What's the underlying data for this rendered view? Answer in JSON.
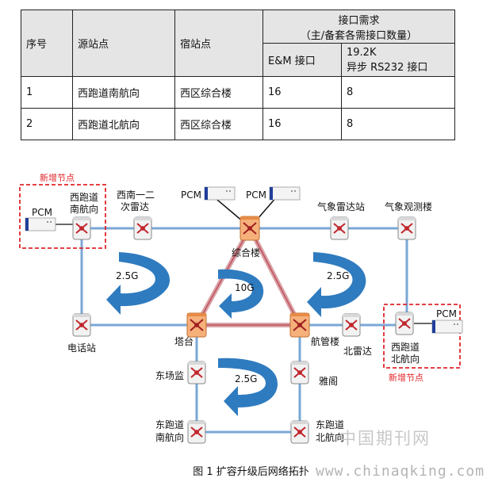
{
  "table": {
    "h_seq": "序号",
    "h_src": "源站点",
    "h_dst": "宿站点",
    "h_iface": "接口需求",
    "h_iface_sub": "（主/备套各需接口数量）",
    "h_em": "E&M 接口",
    "h_async_1": "19.2K",
    "h_async_2": "异步 RS232 接口",
    "rows": [
      {
        "seq": "1",
        "src": "西跑道南航向",
        "dst": "西区综合楼",
        "em": "16",
        "async": "8"
      },
      {
        "seq": "2",
        "src": "西跑道北航向",
        "dst": "西区综合楼",
        "em": "16",
        "async": "8"
      }
    ]
  },
  "diagram": {
    "new_node_left": "新增节点",
    "new_node_right": "新增节点",
    "pcm": "PCM",
    "nodes": {
      "xpd_s_1": "西跑道",
      "xpd_s_2": "南航向",
      "xn_1": "西南一二",
      "xn_2": "次雷达",
      "zonghe": "综合楼",
      "qxld": "气象雷达站",
      "qxgc": "气象观测楼",
      "dhz": "电话站",
      "tatai": "塔台",
      "hgl": "航管楼",
      "bld": "北雷达",
      "xpd_n_1": "西跑道",
      "xpd_n_2": "北航向",
      "dcj": "东场监",
      "yage": "雅阁",
      "dpd_s_1": "东跑道",
      "dpd_s_2": "南航向",
      "dpd_n_1": "东跑道",
      "dpd_n_2": "北航向"
    },
    "rates": {
      "left": "2.5G",
      "center": "10G",
      "right": "2.5G",
      "bottom": "2.5G"
    }
  },
  "caption": "图 1 扩容升级后网络拓扑",
  "watermark_cn": "中国期刊网",
  "watermark_url": "www.chinaqking.com",
  "colors": {
    "link": "#7aa7d6",
    "core": "#f4a25e",
    "core_ring": "#d9a3a8",
    "arrow": "#2f7bbf",
    "new_box": "#e0262b"
  }
}
